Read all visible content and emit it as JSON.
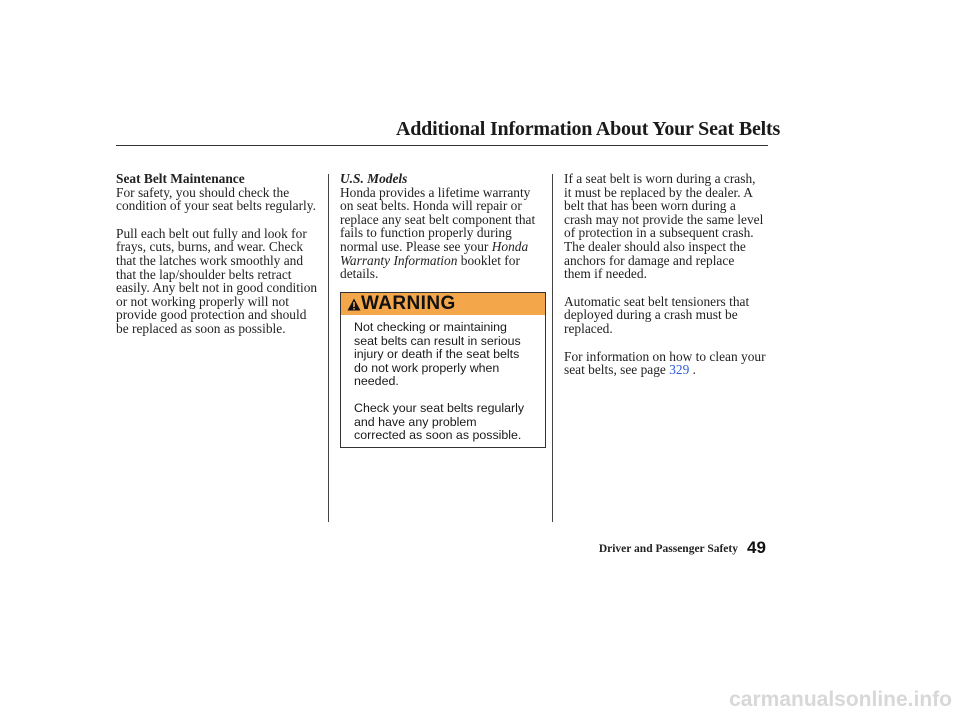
{
  "header": {
    "title": "Additional Information About Your Seat Belts"
  },
  "col1": {
    "heading": "Seat Belt Maintenance",
    "para1": "For safety, you should check the\ncondition of your seat belts regularly.",
    "para2": "Pull each belt out fully and look for\nfrays, cuts, burns, and wear. Check\nthat the latches work smoothly and\nthat the lap/shoulder belts retract\neasily. Any belt not in good condition\nor not working properly will not\nprovide good protection and should\nbe replaced as soon as possible."
  },
  "col2": {
    "heading": "U.S. Models",
    "para_line1": "Honda provides a lifetime warranty",
    "para_line2": "on seat belts. Honda will repair or",
    "para_line3": "replace any seat belt component that",
    "para_line4": "fails to function properly during",
    "para_line5_a": "normal use. Please see your ",
    "italic_1": "Honda",
    "italic_2": "Warranty Information",
    "para_line6_b": " booklet for",
    "para_line7": "details."
  },
  "warning": {
    "label": "WARNING",
    "para1": "Not checking or maintaining\nseat belts can result in serious\ninjury or death if the seat belts\ndo not work properly when\nneeded.",
    "para2": "Check your seat belts regularly\nand have any problem\ncorrected as soon as possible.",
    "bar_color": "#f4a64a"
  },
  "col3": {
    "para1": "If a seat belt is worn during a crash,\nit must be replaced by the dealer. A\nbelt that has been worn during a\ncrash may not provide the same level\nof protection in a subsequent crash.\nThe dealer should also inspect the\nanchors for damage and replace\nthem if needed.",
    "para2": "Automatic seat belt tensioners that\ndeployed during a crash must be\nreplaced.",
    "para3_a": "For information on how to clean your\nseat belts, see page ",
    "page_link": "329",
    "para3_b": " ."
  },
  "footer": {
    "section": "Driver and Passenger Safety",
    "page_number": "49"
  },
  "watermark": "carmanualsonline.info"
}
